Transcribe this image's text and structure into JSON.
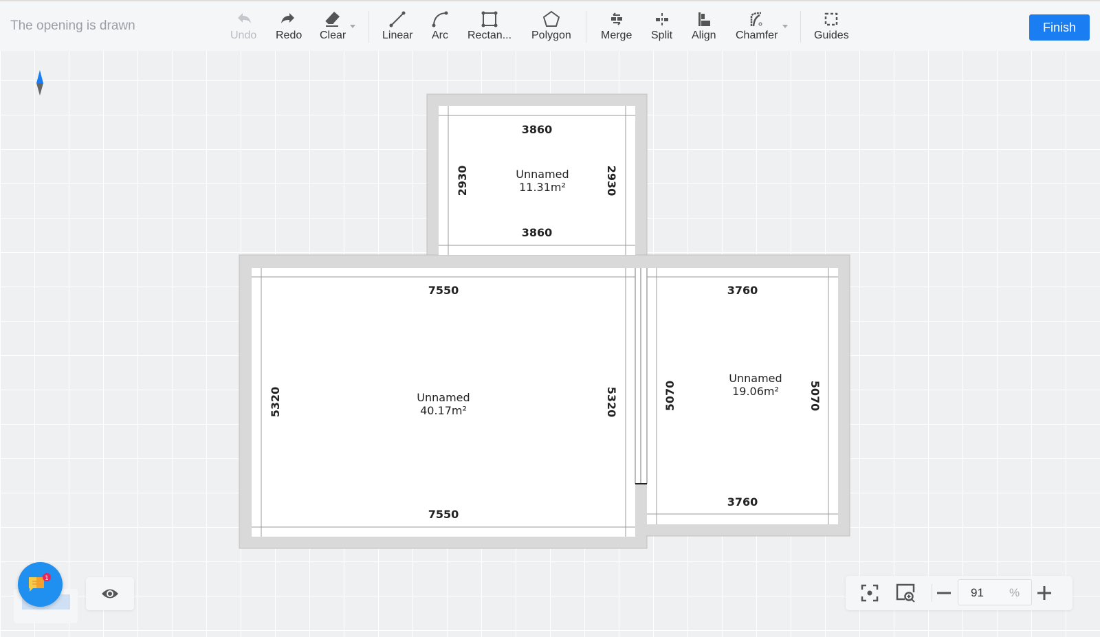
{
  "header": {
    "status": "The opening is drawn",
    "finish_label": "Finish"
  },
  "toolbar": [
    {
      "id": "undo",
      "label": "Undo",
      "icon": "undo-icon",
      "disabled": true
    },
    {
      "id": "redo",
      "label": "Redo",
      "icon": "redo-icon"
    },
    {
      "id": "clear",
      "label": "Clear",
      "icon": "eraser-icon"
    },
    {
      "id": "linear",
      "label": "Linear",
      "icon": "line-icon"
    },
    {
      "id": "arc",
      "label": "Arc",
      "icon": "arc-icon"
    },
    {
      "id": "rectangle",
      "label": "Rectan...",
      "icon": "rectangle-icon"
    },
    {
      "id": "polygon",
      "label": "Polygon",
      "icon": "polygon-icon"
    },
    {
      "id": "merge",
      "label": "Merge",
      "icon": "merge-icon"
    },
    {
      "id": "split",
      "label": "Split",
      "icon": "split-icon"
    },
    {
      "id": "align",
      "label": "Align",
      "icon": "align-icon"
    },
    {
      "id": "chamfer",
      "label": "Chamfer",
      "icon": "chamfer-icon"
    },
    {
      "id": "guides",
      "label": "Guides",
      "icon": "guides-icon"
    }
  ],
  "rooms": [
    {
      "name": "Unnamed",
      "area": "11.31m²",
      "top": "3860",
      "bottom": "3860",
      "left": "2930",
      "right": "2930"
    },
    {
      "name": "Unnamed",
      "area": "40.17m²",
      "top": "7550",
      "bottom": "7550",
      "left": "5320",
      "right": "5320"
    },
    {
      "name": "Unnamed",
      "area": "19.06m²",
      "top": "3760",
      "bottom": "3760",
      "left": "5070",
      "right": "5070"
    }
  ],
  "chat": {
    "badge": "1"
  },
  "zoom": {
    "value": "91",
    "unit": "%"
  },
  "colors": {
    "accent": "#1a7ef2",
    "wall": "#d9d9d9"
  }
}
